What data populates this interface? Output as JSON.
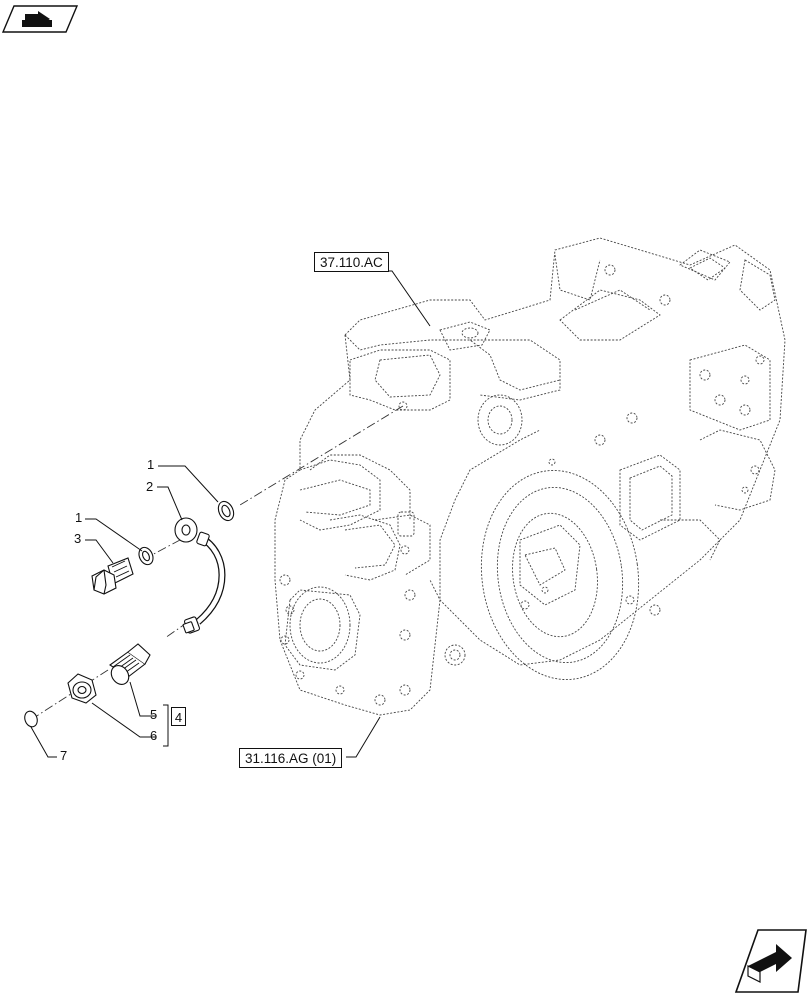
{
  "references": {
    "transmission_ref": "37.110.AC",
    "housing_ref": "31.116.AG (01)"
  },
  "callouts": [
    {
      "id": "c1a",
      "label": "1"
    },
    {
      "id": "c2",
      "label": "2"
    },
    {
      "id": "c1b",
      "label": "1"
    },
    {
      "id": "c3",
      "label": "3"
    },
    {
      "id": "c5",
      "label": "5"
    },
    {
      "id": "c6",
      "label": "6"
    },
    {
      "id": "c7",
      "label": "7"
    }
  ],
  "kit": {
    "label": "4"
  },
  "icons": {
    "top_left": "arrow-folder-icon",
    "bottom_right": "navigate-next-icon"
  }
}
